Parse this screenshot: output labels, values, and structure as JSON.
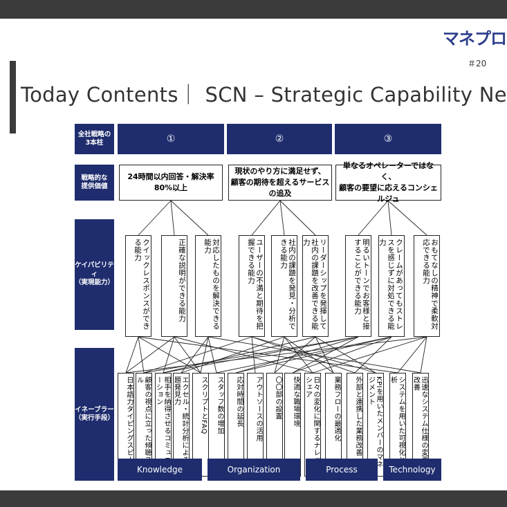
{
  "brand": {
    "logo_text": "マネプロ",
    "issue": "＃20"
  },
  "title": "Today Contents｜ SCN – Strategic Capability Network",
  "row_headers": {
    "pillars": "全社戦略の\n3本柱",
    "value": "戦略的な\n提供価値",
    "capability": "ケイパビリティ\n（実現能力）",
    "enabler": "イネーブラー\n（実行手段）"
  },
  "pillars": [
    "①",
    "②",
    "③"
  ],
  "values": [
    "24時間以内回答・解決率80%以上",
    "現状のやり方に満足せず、\n顧客の期待を超えるサービスの追及",
    "単なるオペレーターではなく、\n顧客の要望に応えるコンシェルジュ"
  ],
  "capabilities": [
    "クイックレスポンスができる能力",
    "正確な説明ができる能力",
    "対応したものを解決できる能力",
    "ユーザーの不満と期待を把握できる能力",
    "社内の課題を発見・分析できる能力",
    "リーダーシップを発揮して社内の課題を改善できる能力",
    "明るいトーンでお客様と接することができる能力",
    "クレームがあってもストレスを感じずに対処できる能力",
    "おもてなしの精神で柔軟対応できる能力"
  ],
  "enablers": [
    "日本語力タイピングスピード",
    "顧客の視点に立った傾聴スキル",
    "相手を納得させるコミュニケーション",
    "エクセル・統計分析による課題発見力",
    "スクリプトとFAQ",
    "スタッフ数の増加",
    "応対時間の延長",
    "アウトソースの活用",
    "〇〇部の設置",
    "快適な職場環境",
    "日々の変化に関するナレッジシェア",
    "業務フローの最適化",
    "外部と連携した業務改善",
    "KPIを用いたメンバーのマネジメント",
    "システムを用いた可視化と分析",
    "迅速なシステム仕様の変更と改善"
  ],
  "categories": [
    "Knowledge",
    "Organization",
    "Process",
    "Technology"
  ]
}
